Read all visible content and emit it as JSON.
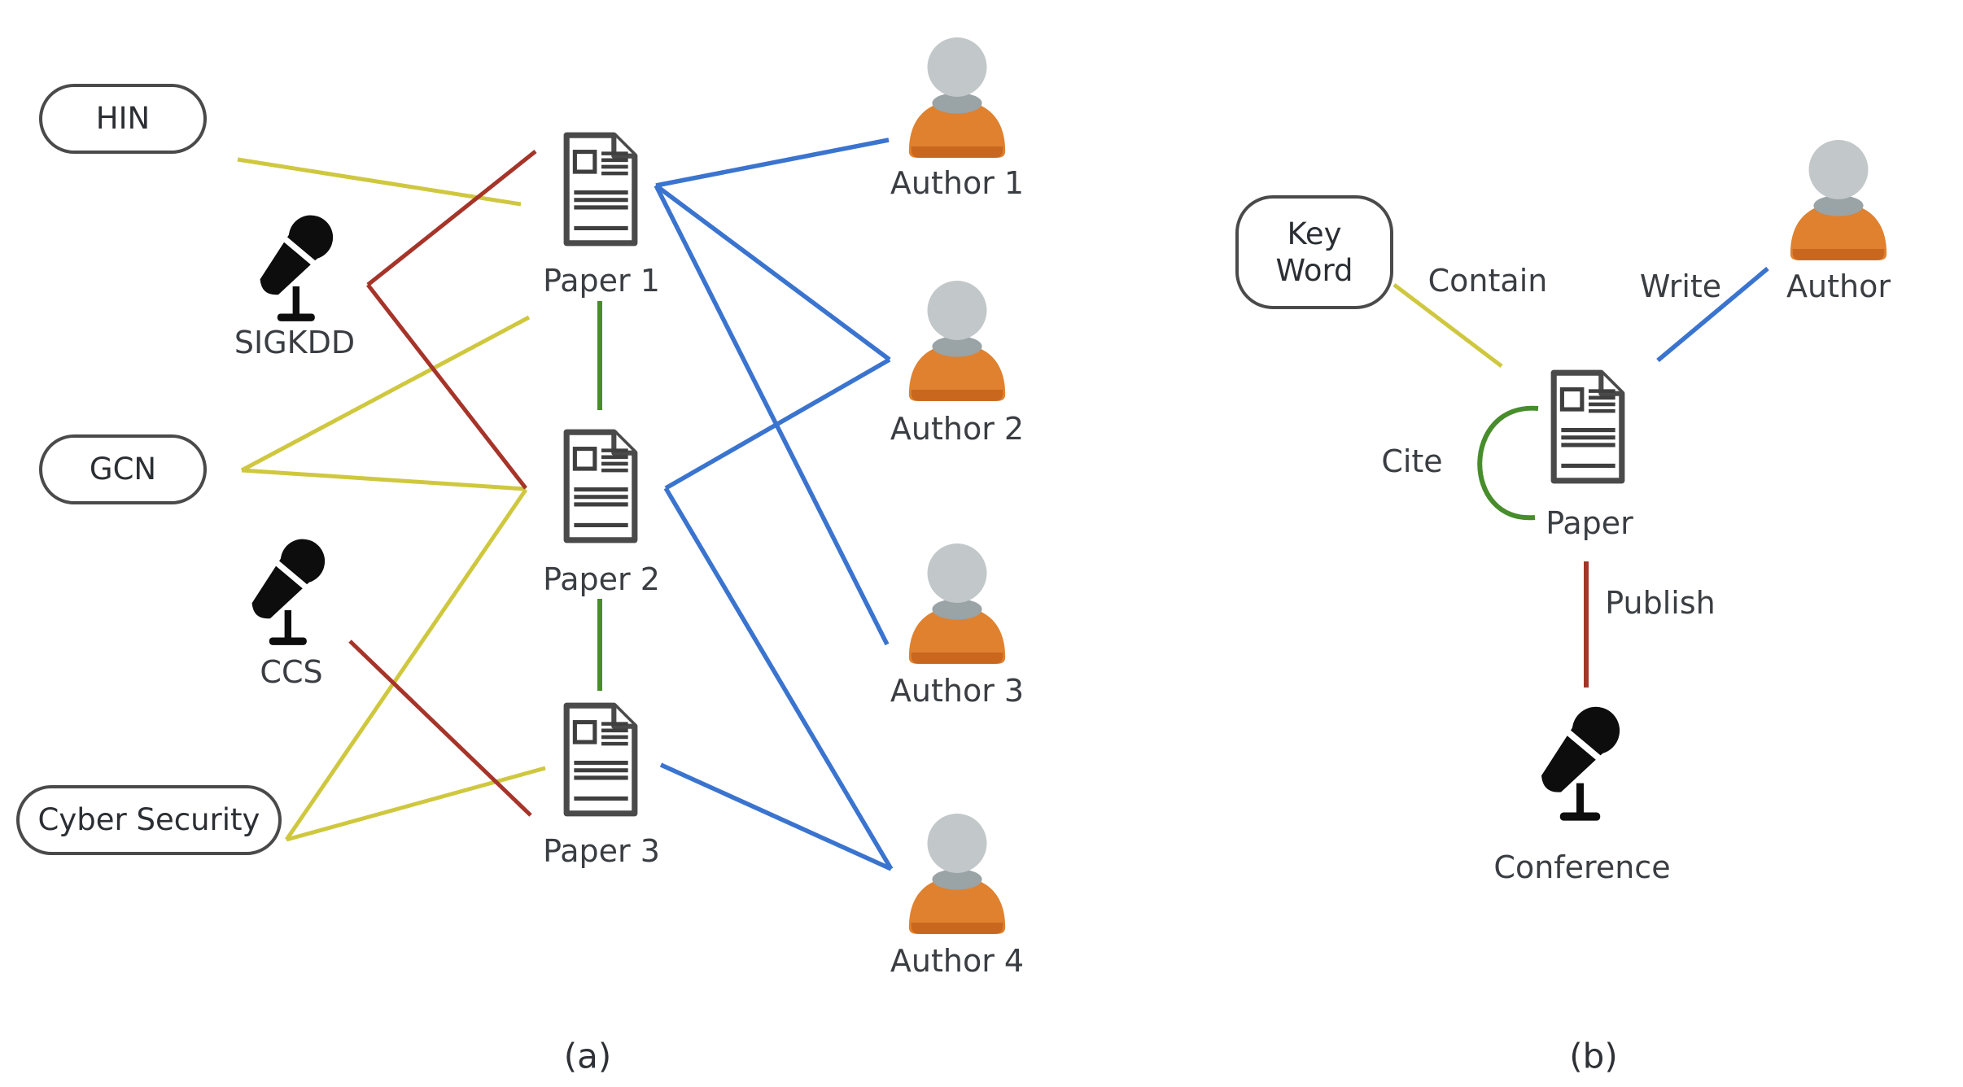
{
  "figure": {
    "description": "Heterogeneous information network example (a) and its network schema (b)"
  },
  "colors": {
    "contain": "#cfc83f",
    "publish": "#a63429",
    "cite": "#478d2b",
    "write": "#3a74cf",
    "person_head": "#c2c7c9",
    "person_collar": "#9aa3a6",
    "person_body": "#df812f",
    "person_body_shade": "#c8671d",
    "icon_stroke": "#4a4a4a",
    "mic_black": "#0d0d0d",
    "box_border": "#4a4a4a",
    "text": "#3a3e42",
    "background": "#ffffff"
  },
  "panel_a": {
    "caption": "(a)",
    "keywords": [
      {
        "id": "hin",
        "label": "HIN"
      },
      {
        "id": "gcn",
        "label": "GCN"
      },
      {
        "id": "cyber-security",
        "label": "Cyber Security"
      }
    ],
    "conferences": [
      {
        "id": "sigkdd",
        "label": "SIGKDD"
      },
      {
        "id": "ccs",
        "label": "CCS"
      }
    ],
    "papers": [
      {
        "id": "paper1",
        "label": "Paper 1"
      },
      {
        "id": "paper2",
        "label": "Paper 2"
      },
      {
        "id": "paper3",
        "label": "Paper 3"
      }
    ],
    "authors": [
      {
        "id": "author1",
        "label": "Author 1"
      },
      {
        "id": "author2",
        "label": "Author 2"
      },
      {
        "id": "author3",
        "label": "Author 3"
      },
      {
        "id": "author4",
        "label": "Author 4"
      }
    ],
    "edges": [
      {
        "from": "HIN",
        "to": "Paper 1",
        "relation": "contain"
      },
      {
        "from": "GCN",
        "to": "Paper 1",
        "relation": "contain"
      },
      {
        "from": "GCN",
        "to": "Paper 2",
        "relation": "contain"
      },
      {
        "from": "Cyber Security",
        "to": "Paper 2",
        "relation": "contain"
      },
      {
        "from": "Cyber Security",
        "to": "Paper 3",
        "relation": "contain"
      },
      {
        "from": "SIGKDD",
        "to": "Paper 1",
        "relation": "publish"
      },
      {
        "from": "SIGKDD",
        "to": "Paper 2",
        "relation": "publish"
      },
      {
        "from": "CCS",
        "to": "Paper 3",
        "relation": "publish"
      },
      {
        "from": "Paper 1",
        "to": "Paper 2",
        "relation": "cite"
      },
      {
        "from": "Paper 2",
        "to": "Paper 3",
        "relation": "cite"
      },
      {
        "from": "Paper 1",
        "to": "Author 1",
        "relation": "write"
      },
      {
        "from": "Paper 1",
        "to": "Author 2",
        "relation": "write"
      },
      {
        "from": "Paper 1",
        "to": "Author 3",
        "relation": "write"
      },
      {
        "from": "Paper 2",
        "to": "Author 2",
        "relation": "write"
      },
      {
        "from": "Paper 2",
        "to": "Author 4",
        "relation": "write"
      },
      {
        "from": "Paper 3",
        "to": "Author 4",
        "relation": "write"
      }
    ]
  },
  "panel_b": {
    "caption": "(b)",
    "keyword_node": {
      "line1": "Key",
      "line2": "Word"
    },
    "author_label": "Author",
    "paper_label": "Paper",
    "conference_label": "Conference",
    "relations": [
      {
        "label": "Contain",
        "from": "Key Word",
        "to": "Paper"
      },
      {
        "label": "Write",
        "from": "Author",
        "to": "Paper"
      },
      {
        "label": "Cite",
        "from": "Paper",
        "to": "Paper"
      },
      {
        "label": "Publish",
        "from": "Conference",
        "to": "Paper"
      }
    ]
  }
}
